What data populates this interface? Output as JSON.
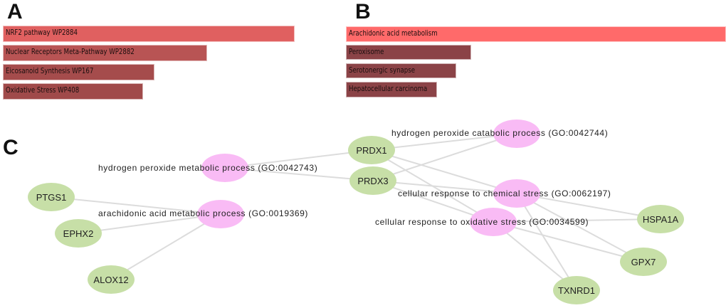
{
  "panels": {
    "A": {
      "letter": "A",
      "bars": [
        {
          "label": "NRF2 pathway WP2884",
          "value": 1.0,
          "color": "#e06060"
        },
        {
          "label": "Nuclear Receptors Meta-Pathway WP2882",
          "value": 0.7,
          "color": "#b85454"
        },
        {
          "label": "Eicosanoid Synthesis WP167",
          "value": 0.52,
          "color": "#a54c4c"
        },
        {
          "label": "Oxidative Stress WP408",
          "value": 0.48,
          "color": "#a04a4a"
        }
      ]
    },
    "B": {
      "letter": "B",
      "bars": [
        {
          "label": "Arachidonic acid metabolism",
          "value": 1.0,
          "color": "#ff6a6a"
        },
        {
          "label": "Peroxisome",
          "value": 0.33,
          "color": "#8b4347"
        },
        {
          "label": "Serotonergic synapse",
          "value": 0.29,
          "color": "#8b4347"
        },
        {
          "label": "Hepatocellular carcinoma",
          "value": 0.24,
          "color": "#8b4347"
        }
      ]
    },
    "C": {
      "letter": "C",
      "gene_color": "#c7dfa7",
      "term_color": "#f9bbf5",
      "edge_color": "#dcdcdc",
      "genes": [
        {
          "id": "PRDX1",
          "label": "PRDX1"
        },
        {
          "id": "PRDX3",
          "label": "PRDX3"
        },
        {
          "id": "PTGS1",
          "label": "PTGS1"
        },
        {
          "id": "EPHX2",
          "label": "EPHX2"
        },
        {
          "id": "ALOX12",
          "label": "ALOX12"
        },
        {
          "id": "HSPA1A",
          "label": "HSPA1A"
        },
        {
          "id": "GPX7",
          "label": "GPX7"
        },
        {
          "id": "TXNRD1",
          "label": "TXNRD1"
        }
      ],
      "terms": [
        {
          "id": "GO0042744",
          "label": "hydrogen peroxide catabolic process (GO:0042744)"
        },
        {
          "id": "GO0042743",
          "label": "hydrogen peroxide metabolic process (GO:0042743)"
        },
        {
          "id": "GO0019369",
          "label": "arachidonic acid metabolic process (GO:0019369)"
        },
        {
          "id": "GO0062197",
          "label": "cellular response to chemical stress (GO:0062197)"
        },
        {
          "id": "GO0034599",
          "label": "cellular response to oxidative stress (GO:0034599)"
        }
      ],
      "edges": [
        [
          "GO0042743",
          "PRDX1"
        ],
        [
          "GO0042743",
          "PRDX3"
        ],
        [
          "GO0042744",
          "PRDX1"
        ],
        [
          "GO0042744",
          "PRDX3"
        ],
        [
          "GO0019369",
          "PTGS1"
        ],
        [
          "GO0019369",
          "EPHX2"
        ],
        [
          "GO0019369",
          "ALOX12"
        ],
        [
          "GO0062197",
          "PRDX1"
        ],
        [
          "GO0062197",
          "PRDX3"
        ],
        [
          "GO0062197",
          "HSPA1A"
        ],
        [
          "GO0062197",
          "GPX7"
        ],
        [
          "GO0062197",
          "TXNRD1"
        ],
        [
          "GO0034599",
          "PRDX1"
        ],
        [
          "GO0034599",
          "PRDX3"
        ],
        [
          "GO0034599",
          "HSPA1A"
        ],
        [
          "GO0034599",
          "GPX7"
        ],
        [
          "GO0034599",
          "TXNRD1"
        ]
      ]
    }
  }
}
